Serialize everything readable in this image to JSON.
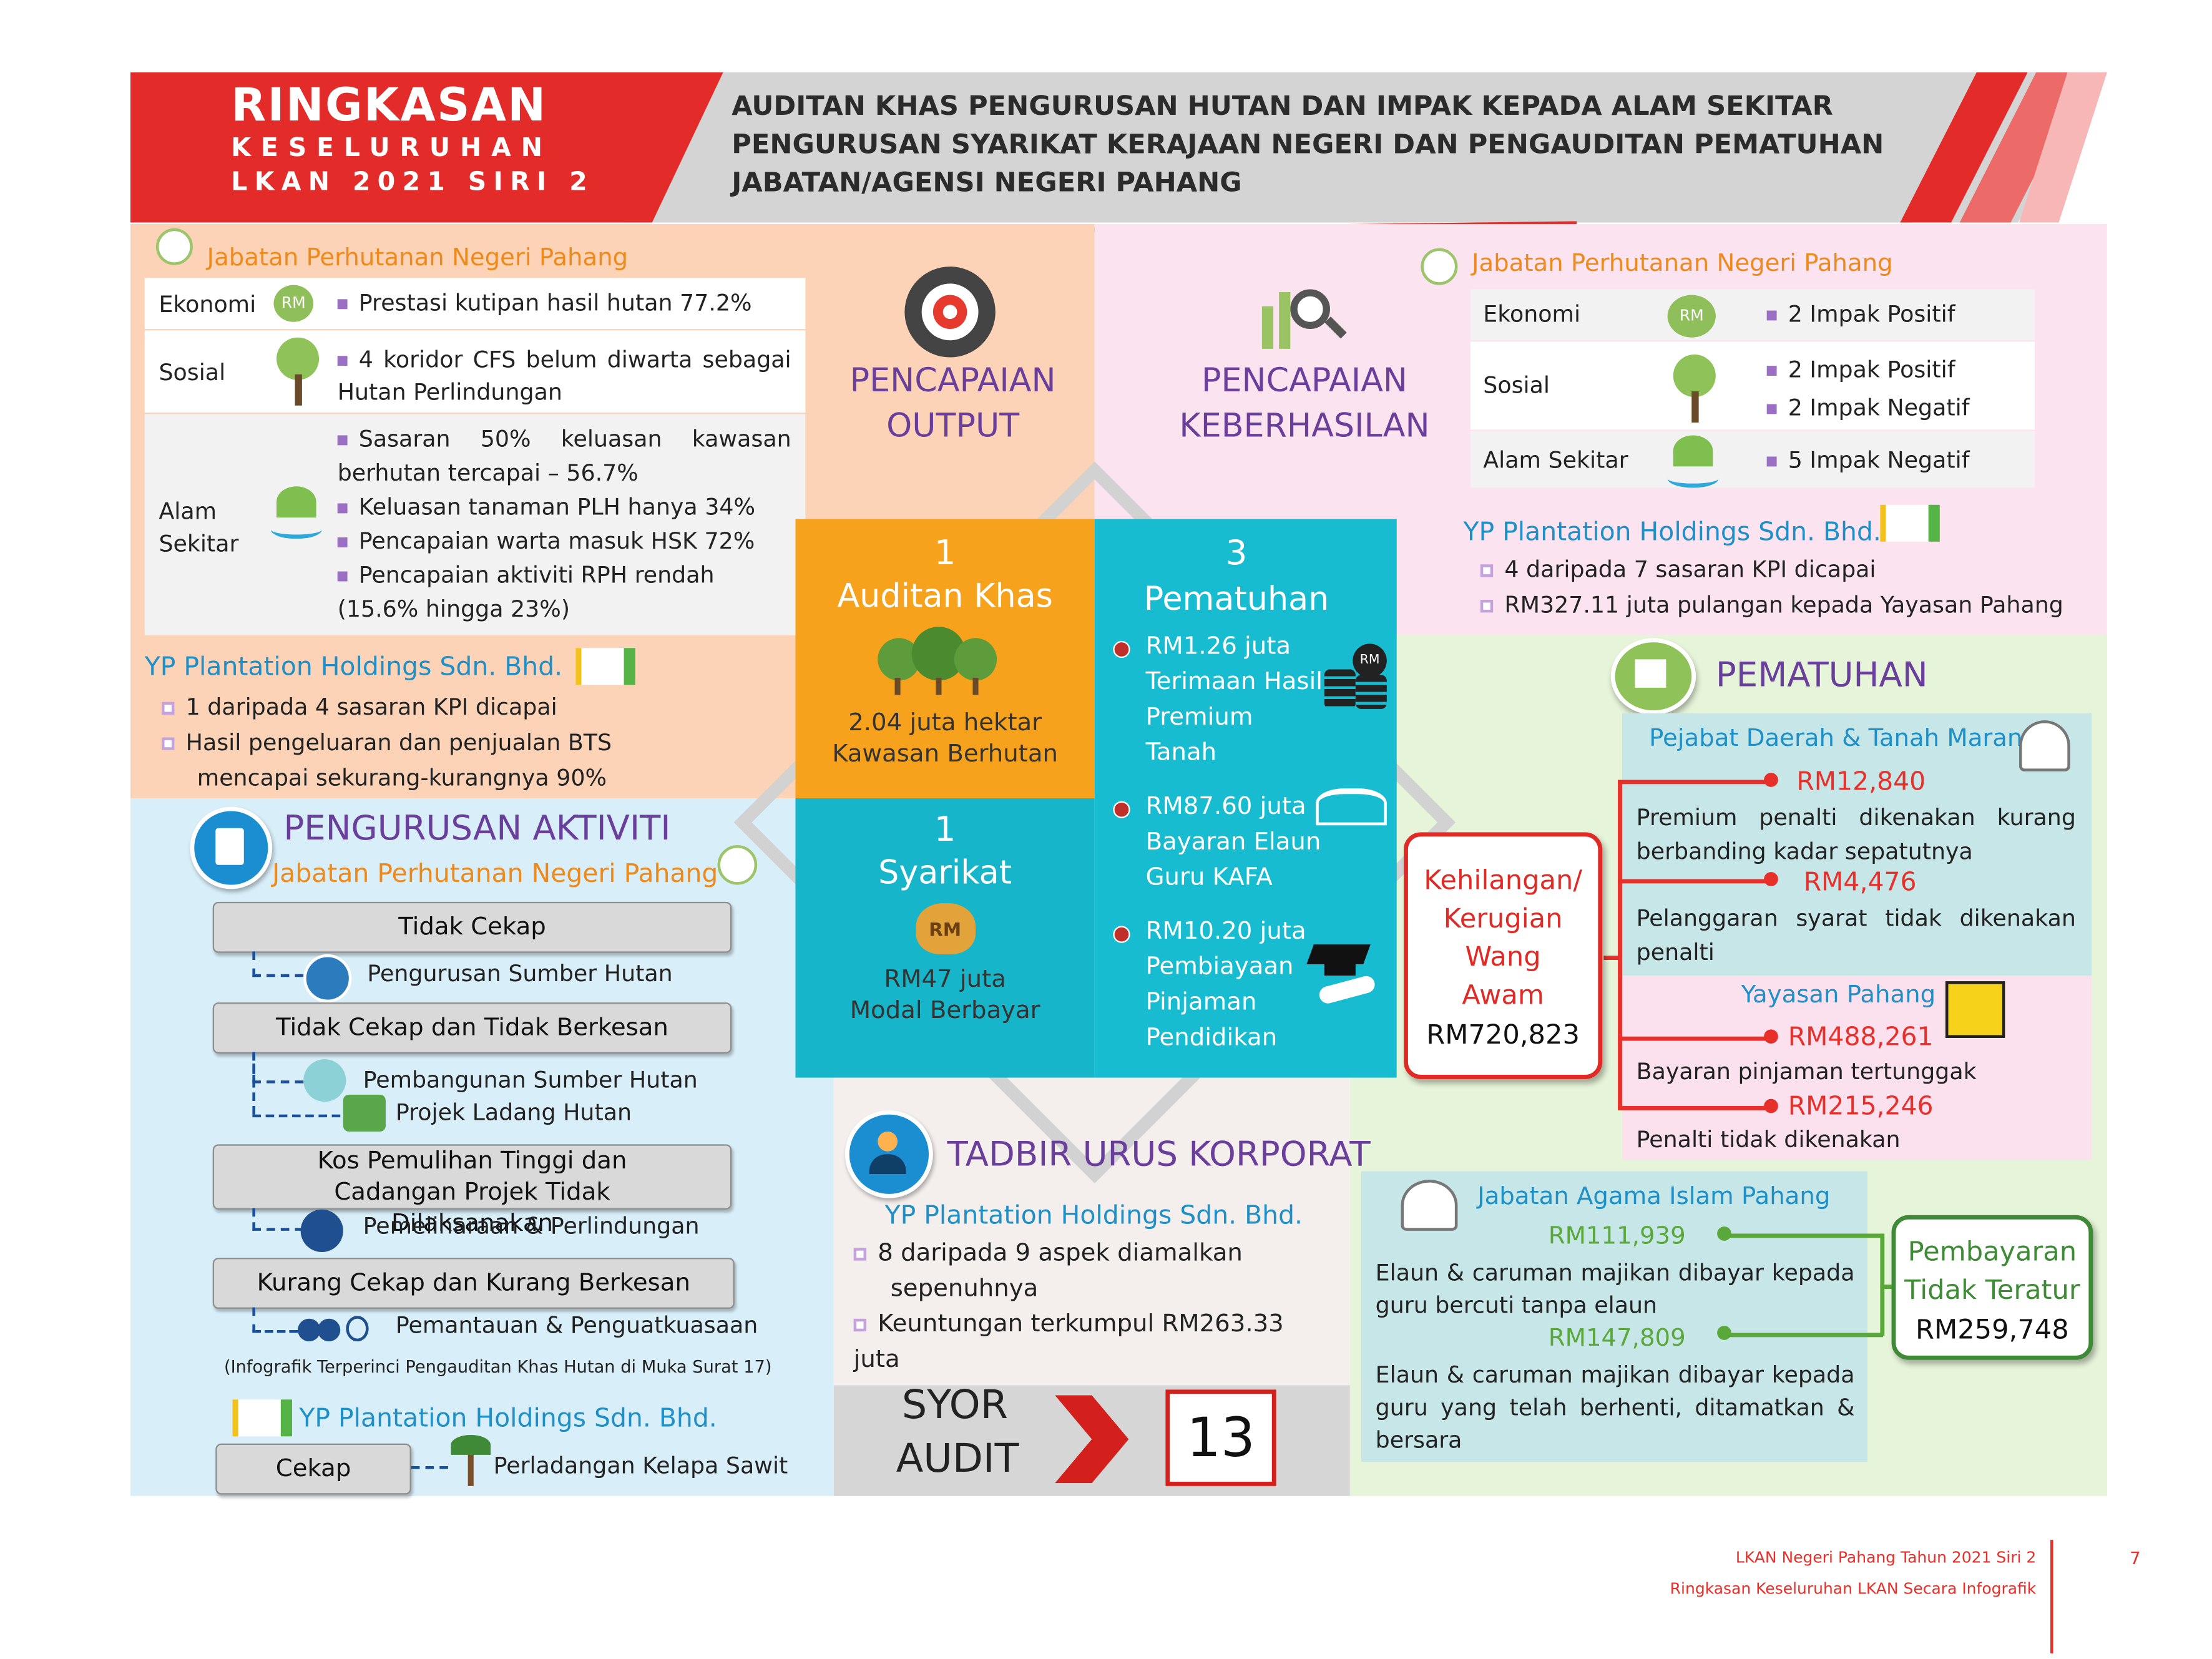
{
  "header": {
    "title_line1": "RINGKASAN",
    "title_line2": "KESELURUHAN",
    "title_line3": "LKAN 2021 SIRI 2",
    "subtitle_line1": "AUDITAN KHAS PENGURUSAN HUTAN DAN IMPAK KEPADA ALAM SEKITAR",
    "subtitle_line2": "PENGURUSAN SYARIKAT KERAJAAN NEGERI DAN PENGAUDITAN PEMATUHAN",
    "subtitle_line3": "JABATAN/AGENSI NEGERI PAHANG"
  },
  "colors": {
    "red": "#e8302b",
    "orange_bg": "#fcd3b6",
    "pink_bg": "#fbe3ef",
    "blue_bg": "#d8eef8",
    "green_bg": "#e6f4d9",
    "beige_bg": "#f4efed",
    "orange": "#f7a21c",
    "teal": "#17bcd0"
  },
  "top_left": {
    "org": "Jabatan Perhutanan Negeri Pahang",
    "rows": [
      {
        "label": "Ekonomi",
        "icon": "rm-coin-icon",
        "items": [
          "Prestasi kutipan hasil hutan 77.2%"
        ]
      },
      {
        "label": "Sosial",
        "icon": "people-tree-icon",
        "items": [
          "4 koridor CFS belum diwarta sebagai Hutan Perlindungan"
        ]
      },
      {
        "label": "Alam Sekitar",
        "icon": "leaf-water-icon",
        "items": [
          "Sasaran 50% keluasan kawasan berhutan tercapai – 56.7%",
          "Keluasan tanaman PLH hanya 34%",
          "Pencapaian warta masuk HSK 72%",
          "Pencapaian aktiviti RPH rendah (15.6% hingga 23%)"
        ]
      }
    ],
    "company": "YP Plantation Holdings Sdn. Bhd.",
    "company_items": [
      "1 daripada 4 sasaran KPI dicapai",
      "Hasil pengeluaran dan penjualan BTS mencapai sekurang-kurangnya 90%"
    ]
  },
  "output": {
    "line1": "PENCAPAIAN",
    "line2": "OUTPUT"
  },
  "outcome": {
    "line1": "PENCAPAIAN",
    "line2": "KEBERHASILAN"
  },
  "top_right": {
    "org": "Jabatan Perhutanan Negeri Pahang",
    "rows": [
      {
        "label": "Ekonomi",
        "items": [
          "2 Impak Positif"
        ]
      },
      {
        "label": "Sosial",
        "items": [
          "2 Impak Positif",
          "2 Impak Negatif"
        ]
      },
      {
        "label": "Alam Sekitar",
        "items": [
          "5 Impak Negatif"
        ]
      }
    ],
    "company": "YP Plantation Holdings Sdn. Bhd.",
    "company_items": [
      "4 daripada 7 sasaran KPI dicapai",
      "RM327.11 juta pulangan kepada Yayasan Pahang"
    ]
  },
  "center": {
    "audit_num": "1",
    "audit_label": "Auditan Khas",
    "audit_desc1": "2.04 juta hektar",
    "audit_desc2": "Kawasan Berhutan",
    "syarikat_num": "1",
    "syarikat_label": "Syarikat",
    "syarikat_desc1": "RM47 juta",
    "syarikat_desc2": "Modal Berbayar",
    "pematuhan_num": "3",
    "pematuhan_label": "Pematuhan",
    "items": [
      {
        "amount": "RM1.26 juta",
        "lines": [
          "Terimaan Hasil",
          "Premium",
          "Tanah"
        ]
      },
      {
        "amount": "RM87.60 juta",
        "lines": [
          "Bayaran Elaun",
          "Guru KAFA"
        ]
      },
      {
        "amount": "RM10.20 juta",
        "lines": [
          "Pembiayaan",
          "Pinjaman",
          "Pendidikan"
        ]
      }
    ]
  },
  "aktiviti": {
    "title": "PENGURUSAN AKTIVITI",
    "org": "Jabatan Perhutanan Negeri Pahang",
    "pills": [
      "Tidak Cekap",
      "Tidak Cekap dan Tidak Berkesan",
      "Kos Pemulihan Tinggi dan Cadangan Projek Tidak Dilaksanakan",
      "Kurang Cekap dan Kurang Berkesan"
    ],
    "subs": [
      "Pengurusan Sumber Hutan",
      "Pembangunan Sumber Hutan",
      "Projek Ladang Hutan",
      "Pemeliharaan & Perlindungan",
      "Pemantauan & Penguatkuasaan"
    ],
    "note": "(Infografik Terperinci Pengauditan Khas Hutan di Muka Surat 17)",
    "company": "YP Plantation Holdings Sdn. Bhd.",
    "company_pill": "Cekap",
    "company_sub": "Perladangan Kelapa Sawit"
  },
  "tadbir": {
    "title": "TADBIR URUS KORPORAT",
    "company": "YP Plantation Holdings Sdn. Bhd.",
    "items": [
      "8 daripada 9 aspek diamalkan sepenuhnya",
      "Keuntungan terkumpul RM263.33 juta"
    ]
  },
  "syor": {
    "line1": "SYOR",
    "line2": "AUDIT",
    "count": "13"
  },
  "pematuhan": {
    "title": "PEMATUHAN",
    "loss_label_lines": [
      "Kehilangan/",
      "Kerugian",
      "Wang",
      "Awam"
    ],
    "loss_total": "RM720,823",
    "pdtm_org": "Pejabat Daerah & Tanah Maran",
    "pdtm_items": [
      {
        "amount": "RM12,840",
        "desc": "Premium penalti dikenakan kurang berbanding kadar sepatutnya"
      },
      {
        "amount": "RM4,476",
        "desc": "Pelanggaran syarat tidak dikenakan penalti"
      }
    ],
    "yp_org": "Yayasan Pahang",
    "yp_items": [
      {
        "amount": "RM488,261",
        "desc": "Bayaran pinjaman tertunggak"
      },
      {
        "amount": "RM215,246",
        "desc": "Penalti tidak dikenakan"
      }
    ],
    "jaip_org": "Jabatan Agama Islam Pahang",
    "jaip_items": [
      {
        "amount": "RM111,939",
        "desc": "Elaun & caruman majikan dibayar kepada guru bercuti tanpa elaun"
      },
      {
        "amount": "RM147,809",
        "desc": "Elaun & caruman majikan dibayar kepada guru yang telah berhenti, ditamatkan & bersara"
      }
    ],
    "pay_label_lines": [
      "Pembayaran",
      "Tidak Teratur"
    ],
    "pay_total": "RM259,748"
  },
  "footer": {
    "line1": "LKAN Negeri Pahang Tahun 2021 Siri 2",
    "line2": "Ringkasan Keseluruhan LKAN Secara Infografik",
    "page": "7"
  }
}
